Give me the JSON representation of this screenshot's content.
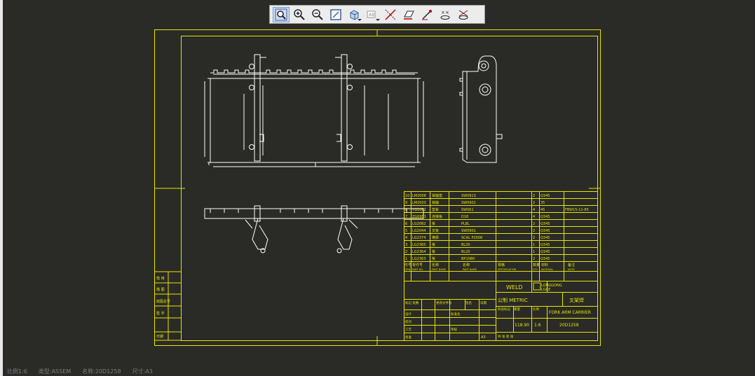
{
  "colors": {
    "background": "#2a2a27",
    "frame": "#e6e600",
    "linework": "#ffffff",
    "status_text": "#7d7d7a"
  },
  "toolbar": {
    "items": [
      {
        "name": "zoom-window-icon"
      },
      {
        "name": "zoom-in-icon"
      },
      {
        "name": "zoom-out-icon"
      },
      {
        "name": "refit-icon"
      },
      {
        "name": "view-cube-icon"
      },
      {
        "name": "annotation-display-icon"
      },
      {
        "name": "datum-axis-display-icon"
      },
      {
        "name": "datum-plane-display-icon"
      },
      {
        "name": "datum-point-display-icon"
      },
      {
        "name": "csys-display-icon"
      },
      {
        "name": "spin-center-display-icon"
      }
    ]
  },
  "bom": {
    "rows": [
      {
        "no": "10",
        "code": "LM2008",
        "name": "销轴垫",
        "spec": "SW0913",
        "qty": "2",
        "mat": "Q345",
        "note": ""
      },
      {
        "no": "9",
        "code": "LM2003",
        "name": "销轴",
        "spec": "SW0901",
        "qty": "2",
        "mat": "35",
        "note": ""
      },
      {
        "no": "8",
        "code": "YG1082",
        "name": "垫板",
        "spec": "SW061",
        "qty": "4",
        "mat": "45",
        "note": "FBW15-11-85"
      },
      {
        "no": "7",
        "code": "ZG0951",
        "name": "连接板",
        "spec": "D18",
        "qty": "4",
        "mat": "Q345",
        "note": ""
      },
      {
        "no": "6",
        "code": "LG2082",
        "name": "板",
        "spec": "PL8L",
        "qty": "2",
        "mat": "Q345",
        "note": ""
      },
      {
        "no": "5",
        "code": "LG2044",
        "name": "支板",
        "spec": "SW0901",
        "qty": "2",
        "mat": "Q345",
        "note": ""
      },
      {
        "no": "4",
        "code": "LG2374",
        "name": "横梁",
        "spec": "SCAL P2008",
        "qty": "2",
        "mat": "Q345",
        "note": ""
      },
      {
        "no": "3",
        "code": "LG2365",
        "name": "板",
        "spec": "BL20",
        "qty": "1",
        "mat": "Q345",
        "note": ""
      },
      {
        "no": "2",
        "code": "LG2364",
        "name": "板",
        "spec": "BL20",
        "qty": "1",
        "mat": "Q345",
        "note": ""
      },
      {
        "no": "1",
        "code": "LG2363",
        "name": "板",
        "spec": "BP1080",
        "qty": "2",
        "mat": "Q345",
        "note": ""
      }
    ],
    "headers_cn": [
      "件号",
      "零件号",
      "名称",
      "名称",
      "规格",
      "数量",
      "材料",
      "备注"
    ],
    "headers_en": [
      "ITEM",
      "PART NO.",
      "PART NAME",
      "PART NAME",
      "SPECIFICATION",
      "QTY",
      "MATERIAL",
      "NOTE"
    ]
  },
  "title_block": {
    "weld": "WELD",
    "logo_line1": "LONGGONG",
    "logo_line2": "LGCE",
    "metric": "公制 METRIC",
    "title_cn": "叉架焊",
    "part_name": "FORK ARM CARRIER",
    "part_no": "20D1258",
    "weight": "118.90",
    "scale": "1:6",
    "size": "A3",
    "label_stage": "阶段标记",
    "label_weight": "重量",
    "label_scale": "比例",
    "label_sheet": "共 张 第 张",
    "label_change": "标记 处数",
    "label_ecn": "更改文件号",
    "label_sign": "签名",
    "label_date": "日期",
    "label_design": "设计",
    "label_check": "校对",
    "label_process": "工艺",
    "label_approve": "批准",
    "label_std": "标准化",
    "label_audit": "审核"
  },
  "left_block": {
    "labels": [
      "借 用",
      "描 图",
      "底图总号",
      "签 字",
      "日期"
    ]
  },
  "status": {
    "scale": "比例1:6",
    "type": "类型:ASSEM",
    "name": "名称:20D1258",
    "size": "尺寸:A3"
  }
}
